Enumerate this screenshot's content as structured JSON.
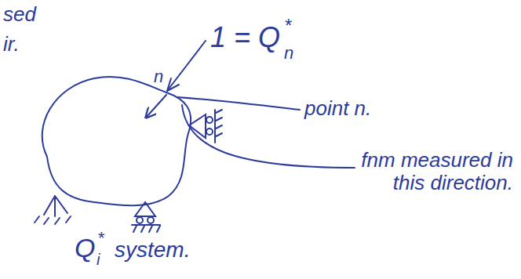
{
  "diagram": {
    "labels": [
      "sed",
      "ir.",
      "1 = Q",
      "*",
      "n",
      "n",
      "point n.",
      "fnm measured in this direction.",
      "Q",
      "i",
      "*",
      "system."
    ]
  }
}
